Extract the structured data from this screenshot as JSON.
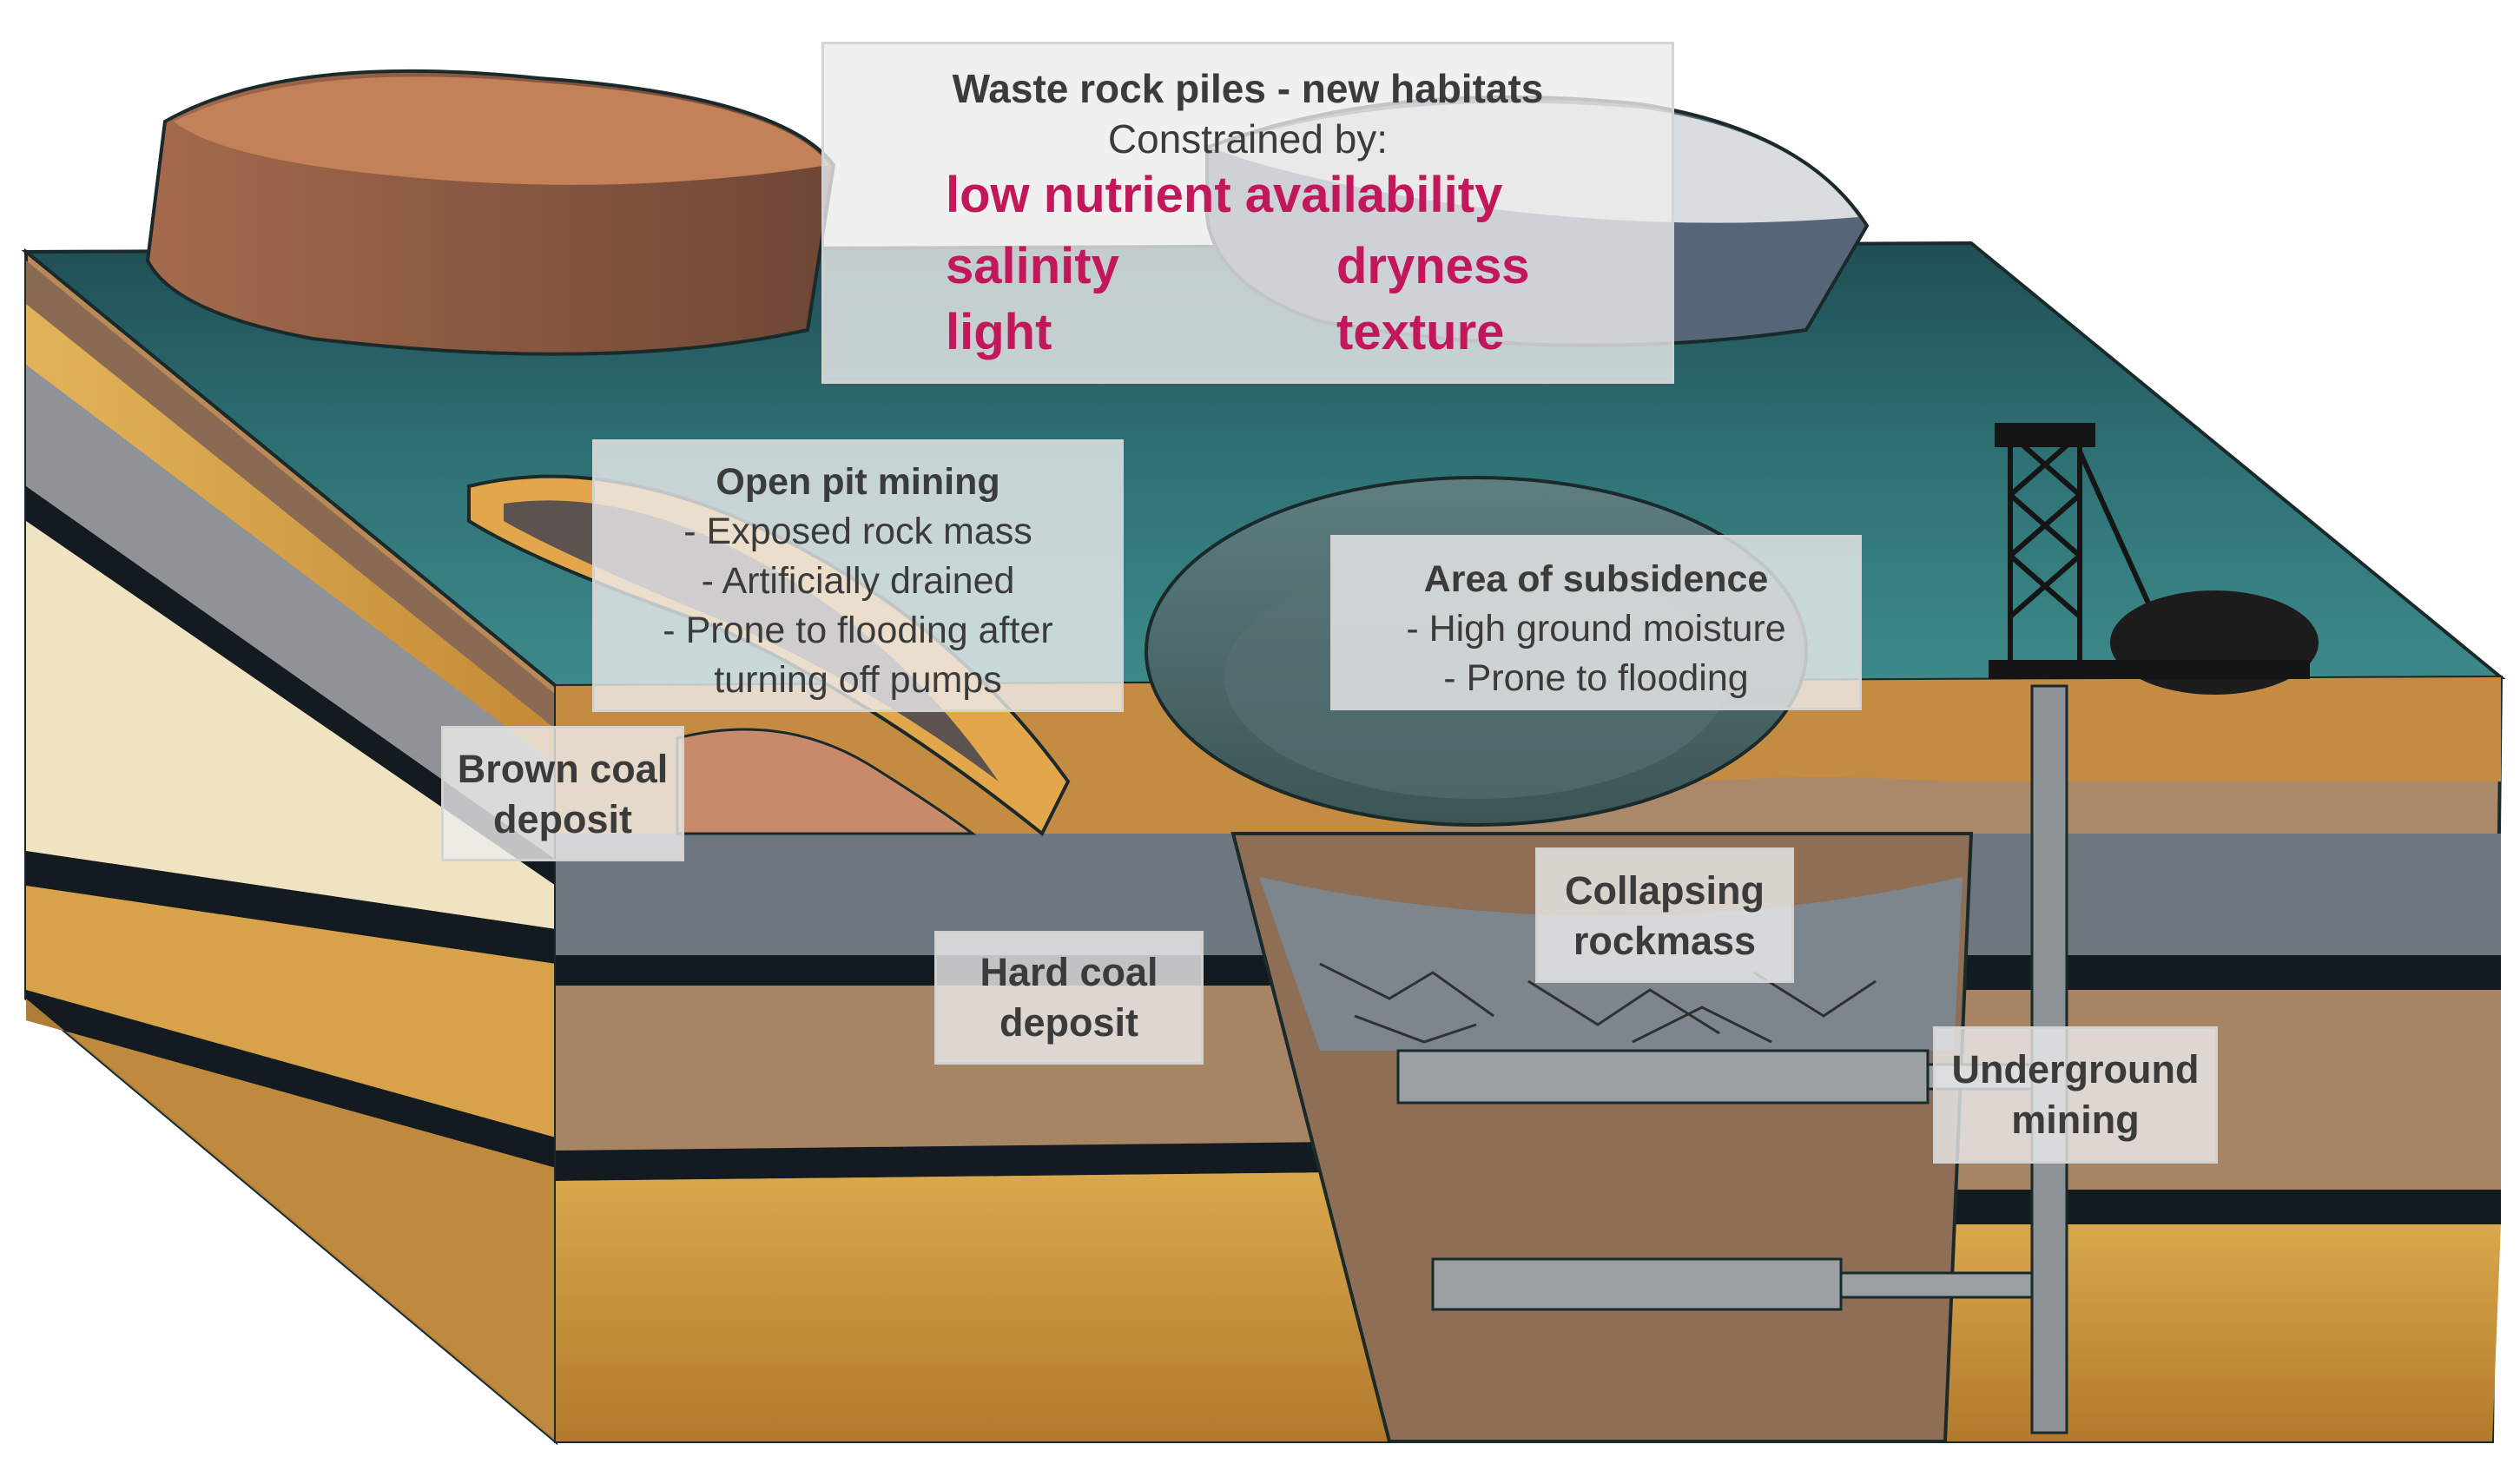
{
  "waste_rock": {
    "title": "Waste rock piles - new habitats",
    "subtitle": "Constrained by:",
    "constraints": [
      "low nutrient availability",
      "salinity",
      "dryness",
      "light",
      "texture"
    ]
  },
  "open_pit": {
    "title": "Open pit mining",
    "lines": [
      "- Exposed rock mass",
      "- Artificially drained",
      "- Prone to flooding after",
      "turning off pumps"
    ]
  },
  "subsidence": {
    "title": "Area of subsidence",
    "lines": [
      "- High ground moisture",
      "- Prone to flooding"
    ]
  },
  "brown_coal": {
    "lines": [
      "Brown coal",
      "deposit"
    ]
  },
  "hard_coal": {
    "lines": [
      "Hard coal",
      "deposit"
    ]
  },
  "collapsing": {
    "lines": [
      "Collapsing",
      "rockmass"
    ]
  },
  "underground": {
    "lines": [
      "Underground",
      "mining"
    ]
  },
  "colors": {
    "constraint_text": "#c2185b",
    "surface_teal": "#2f6e72",
    "coal_seam": "#111a1f",
    "sand_layer": "#c9953f",
    "grey_layer": "#6f7880",
    "cream_layer": "#efe3c1"
  }
}
